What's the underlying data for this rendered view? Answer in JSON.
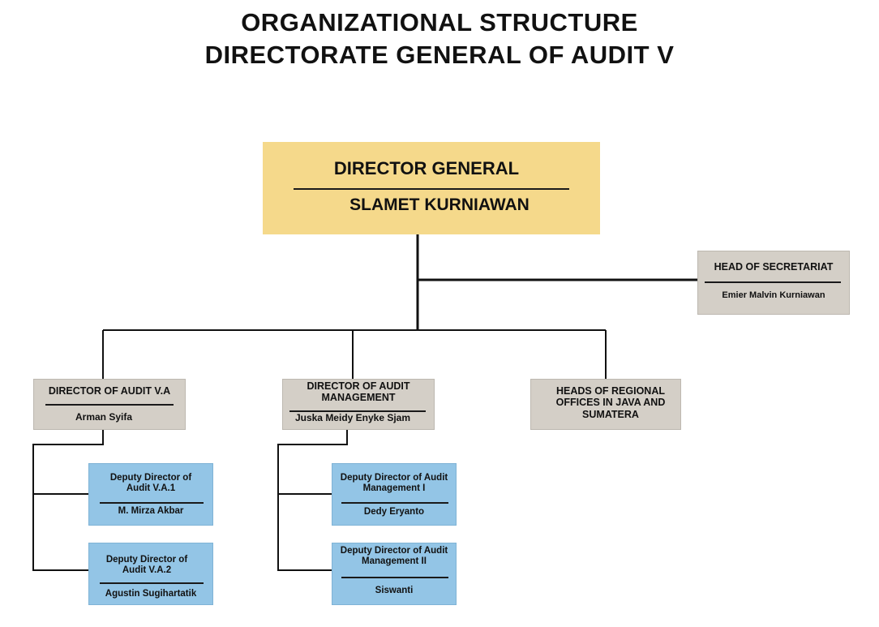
{
  "title": {
    "line1": "ORGANIZATIONAL STRUCTURE",
    "line2": "DIRECTORATE GENERAL OF AUDIT V"
  },
  "director_general": {
    "role": "DIRECTOR GENERAL",
    "name": "SLAMET KURNIAWAN"
  },
  "secretariat": {
    "role": "HEAD OF SECRETARIAT",
    "name": "Emier Malvin Kurniawan"
  },
  "audit_va": {
    "role": "DIRECTOR OF AUDIT V.A",
    "name": "Arman Syifa"
  },
  "audit_mgmt": {
    "role": "DIRECTOR OF AUDIT MANAGEMENT",
    "name": "Juska Meidy Enyke Sjam"
  },
  "regional": {
    "role": "HEADS OF REGIONAL OFFICES IN JAVA AND SUMATERA"
  },
  "deputy_va1": {
    "role": "Deputy Director of Audit V.A.1",
    "name": "M. Mirza Akbar"
  },
  "deputy_va2": {
    "role": "Deputy Director of Audit V.A.2",
    "name": "Agustin Sugihartatik"
  },
  "deputy_am1": {
    "role": "Deputy Director of Audit Management I",
    "name": "Dedy Eryanto"
  },
  "deputy_am2": {
    "role": "Deputy Director of Audit Management II",
    "name": "Siswanti"
  }
}
